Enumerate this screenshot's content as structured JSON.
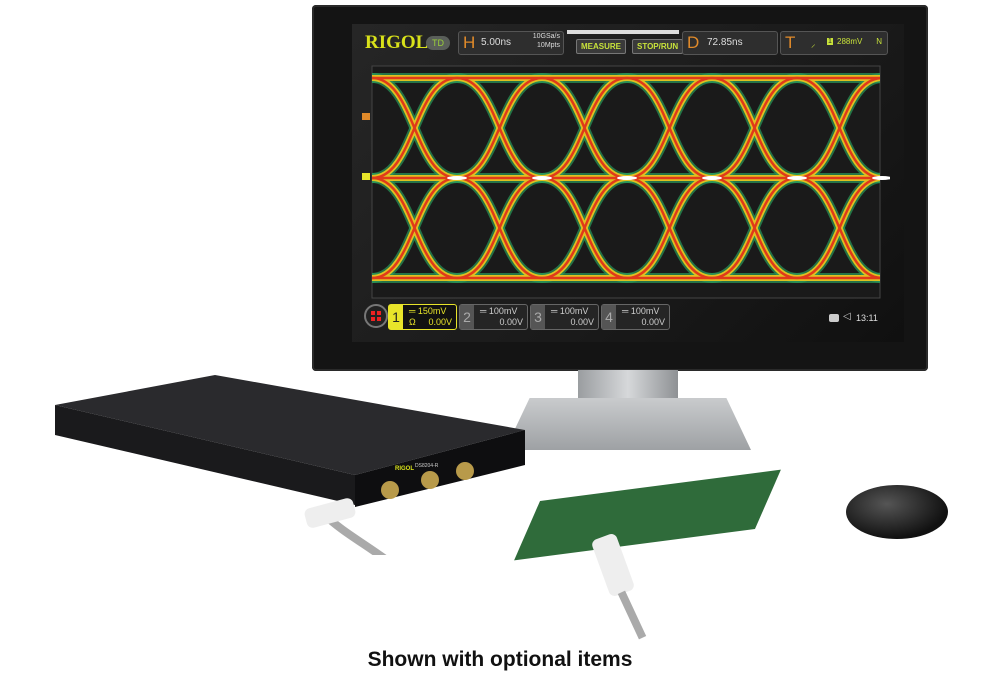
{
  "scope_ui": {
    "brand": "RIGOL",
    "mode_badge": "TD",
    "horizontal": {
      "label": "H",
      "timebase": "5.00ns",
      "sample_rate": "10GSa/s",
      "memory_depth": "10Mpts"
    },
    "buttons": {
      "measure": "MEASURE",
      "stop_run": "STOP/RUN"
    },
    "delay": {
      "label": "D",
      "value": "72.85ns"
    },
    "trigger": {
      "label": "T",
      "source": "1",
      "level": "288mV",
      "mode": "N"
    },
    "channels": [
      {
        "number": "1",
        "scale": "150mV",
        "coupling": "Ω",
        "offset": "0.00V",
        "active": true,
        "color": "#e8e42a"
      },
      {
        "number": "2",
        "scale": "100mV",
        "coupling": "",
        "offset": "0.00V",
        "active": false
      },
      {
        "number": "3",
        "scale": "100mV",
        "coupling": "",
        "offset": "0.00V",
        "active": false
      },
      {
        "number": "4",
        "scale": "100mV",
        "coupling": "",
        "offset": "0.00V",
        "active": false
      }
    ],
    "clock": "13:11",
    "icons": [
      "menu-grid-icon",
      "camera-icon",
      "speaker-icon"
    ]
  },
  "device": {
    "brand": "RIGOL",
    "model": "DS8204-R"
  },
  "caption": "Shown with optional items"
}
